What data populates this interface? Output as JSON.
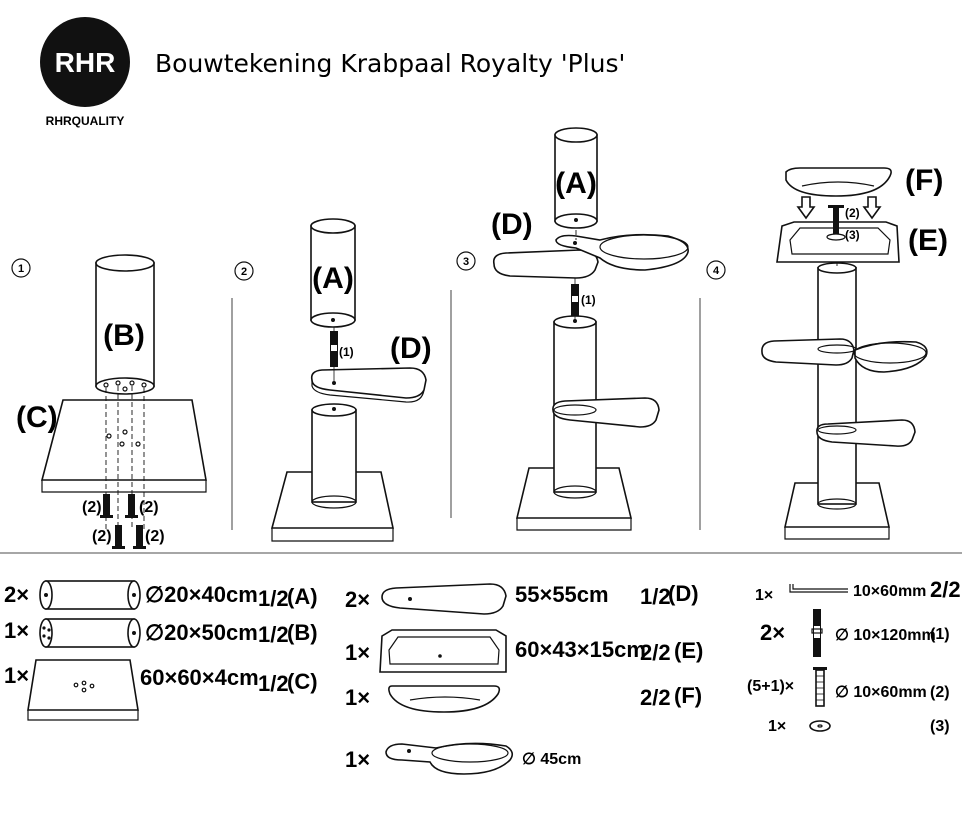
{
  "header": {
    "logo_text": "RHR",
    "brand_name": "RHRQUALITY",
    "title": "Bouwtekening Krabpaal Royalty 'Plus'"
  },
  "steps": [
    {
      "number": "1",
      "labels": {
        "post": "(B)",
        "base": "(C)",
        "screw_1": "(2)",
        "screw_2": "(2)",
        "screw_3": "(2)",
        "screw_4": "(2)"
      }
    },
    {
      "number": "2",
      "labels": {
        "post": "(A)",
        "connector": "(1)",
        "platform": "(D)"
      }
    },
    {
      "number": "3",
      "labels": {
        "post": "(A)",
        "platform": "(D)",
        "connector": "(1)"
      }
    },
    {
      "number": "4",
      "labels": {
        "top_cushion": "(F)",
        "top_box": "(E)",
        "screw": "(2)",
        "washer": "(3)"
      }
    }
  ],
  "parts_list": [
    {
      "qty": "2×",
      "dimension": "∅20×40cm",
      "ratio": "1/2",
      "code": "(A)"
    },
    {
      "qty": "1×",
      "dimension": "∅20×50cm",
      "ratio": "1/2",
      "code": "(B)"
    },
    {
      "qty": "1×",
      "dimension": "60×60×4cm",
      "ratio": "1/2",
      "code": "(C)"
    },
    {
      "qty": "2×",
      "dimension": "55×55cm",
      "ratio": "1/2",
      "code": "(D)"
    },
    {
      "qty": "1×",
      "dimension": "60×43×15cm",
      "ratio": "2/2",
      "code": "(E)"
    },
    {
      "qty": "1×",
      "dimension": "",
      "ratio": "2/2",
      "code": "(F)"
    },
    {
      "qty": "1×",
      "dimension": "∅ 45cm",
      "ratio": "",
      "code": ""
    },
    {
      "qty": "1×",
      "dimension": "10×60mm",
      "ratio": "2/2",
      "code": ""
    },
    {
      "qty": "2×",
      "dimension": "∅ 10×120mm",
      "ratio": "",
      "code": "(1)"
    },
    {
      "qty": "(5+1)×",
      "dimension": "∅ 10×60mm",
      "ratio": "",
      "code": "(2)"
    },
    {
      "qty": "1×",
      "dimension": "",
      "ratio": "",
      "code": "(3)"
    }
  ]
}
